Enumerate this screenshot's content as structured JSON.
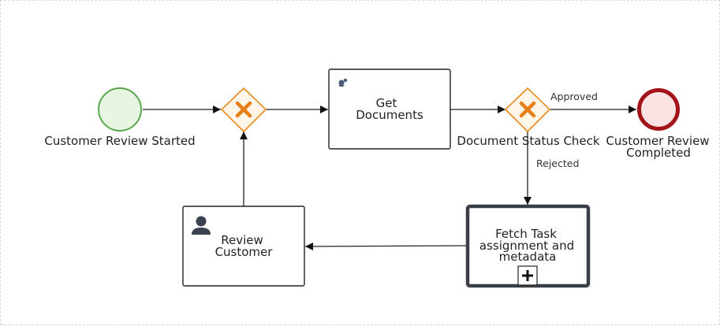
{
  "diagram": {
    "start_event": {
      "label": "Customer Review Started"
    },
    "end_event": {
      "label_line1": "Customer Review",
      "label_line2": "Completed"
    },
    "task_get_documents": {
      "line1": "Get",
      "line2": "Documents",
      "icon": "service-task-icon"
    },
    "gateway_document_status": {
      "label": "Document Status Check",
      "icon": "exclusive-gateway-icon"
    },
    "gateway_merge": {
      "icon": "exclusive-gateway-icon"
    },
    "subprocess_fetch_task": {
      "line1": "Fetch Task",
      "line2": "assignment and",
      "line3": "metadata",
      "icon": "expand-plus-icon"
    },
    "task_review_customer": {
      "line1": "Review",
      "line2": "Customer",
      "icon": "user-task-icon"
    },
    "flow_approved": {
      "label": "Approved"
    },
    "flow_rejected": {
      "label": "Rejected"
    },
    "colors": {
      "start_stroke": "#59a84d",
      "start_fill": "#e8f5e1",
      "end_stroke": "#a3141a",
      "end_fill": "#fbe3e3",
      "gateway_stroke": "#e88c1c",
      "gateway_fill": "#fff5e8",
      "gateway_mark": "#e8801a",
      "task_stroke": "#222222",
      "subprocess_stroke": "#3a3f45"
    }
  }
}
